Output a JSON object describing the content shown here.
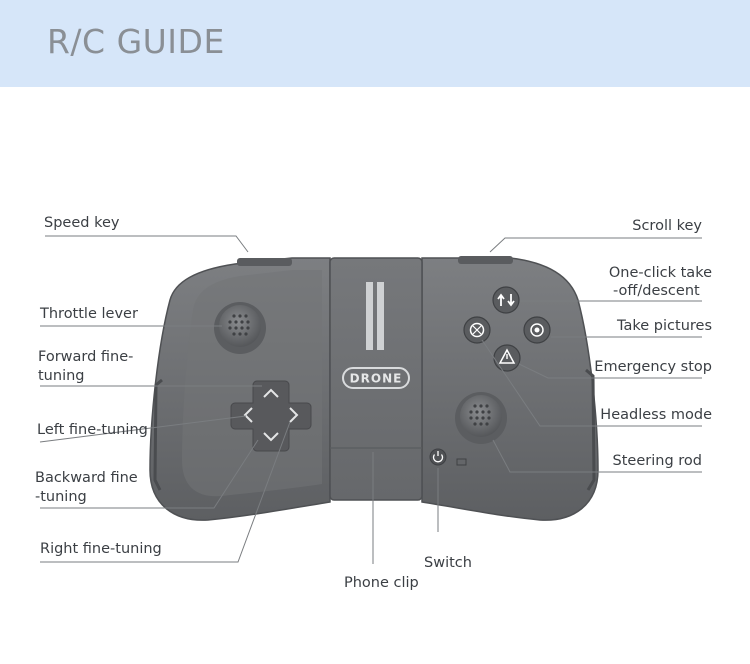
{
  "title": "R/C GUIDE",
  "controller": {
    "brand_text": "DRONE"
  },
  "labels_left": {
    "speed_key": "Speed key",
    "throttle_lever": "Throttle lever",
    "forward_fine_tuning_1": "Forward fine-",
    "forward_fine_tuning_2": "tuning",
    "left_fine_tuning": "Left fine-tuning",
    "backward_fine_tuning_1": "Backward fine",
    "backward_fine_tuning_2": "-tuning",
    "right_fine_tuning": "Right fine-tuning"
  },
  "labels_right": {
    "scroll_key": "Scroll key",
    "one_click_1": "One-click take",
    "one_click_2": "-off/descent",
    "take_pictures": "Take pictures",
    "emergency_stop": "Emergency stop",
    "headless_mode": "Headless mode",
    "steering_rod": "Steering rod"
  },
  "labels_bottom": {
    "switch": "Switch",
    "phone_clip": "Phone clip"
  }
}
